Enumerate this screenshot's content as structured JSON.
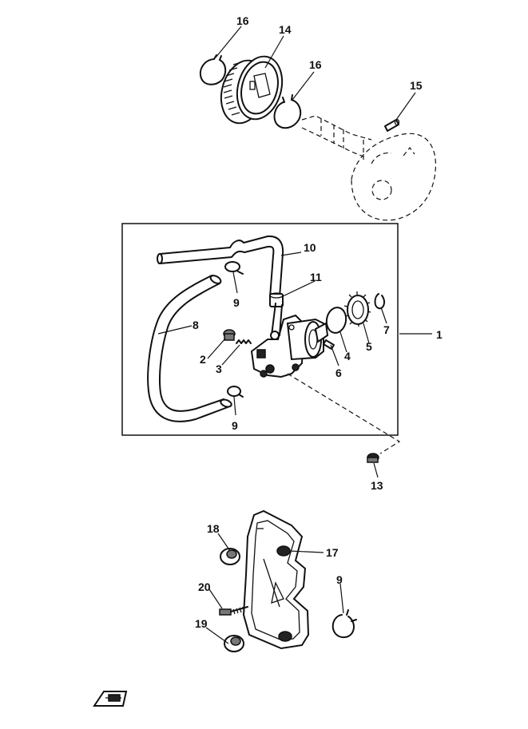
{
  "diagram": {
    "parts": [
      {
        "id": "part-1",
        "label": "1"
      },
      {
        "id": "part-2",
        "label": "2"
      },
      {
        "id": "part-3",
        "label": "3"
      },
      {
        "id": "part-4",
        "label": "4"
      },
      {
        "id": "part-5",
        "label": "5"
      },
      {
        "id": "part-6",
        "label": "6"
      },
      {
        "id": "part-7",
        "label": "7"
      },
      {
        "id": "part-8",
        "label": "8"
      },
      {
        "id": "part-9a",
        "label": "9"
      },
      {
        "id": "part-9b",
        "label": "9"
      },
      {
        "id": "part-9c",
        "label": "9"
      },
      {
        "id": "part-10",
        "label": "10"
      },
      {
        "id": "part-11",
        "label": "11"
      },
      {
        "id": "part-13",
        "label": "13"
      },
      {
        "id": "part-14",
        "label": "14"
      },
      {
        "id": "part-15",
        "label": "15"
      },
      {
        "id": "part-16a",
        "label": "16"
      },
      {
        "id": "part-16b",
        "label": "16"
      },
      {
        "id": "part-17",
        "label": "17"
      },
      {
        "id": "part-18",
        "label": "18"
      },
      {
        "id": "part-19",
        "label": "19"
      },
      {
        "id": "part-20",
        "label": "20"
      }
    ],
    "icons": {
      "front_arrow": "front-direction-arrow-icon"
    }
  }
}
